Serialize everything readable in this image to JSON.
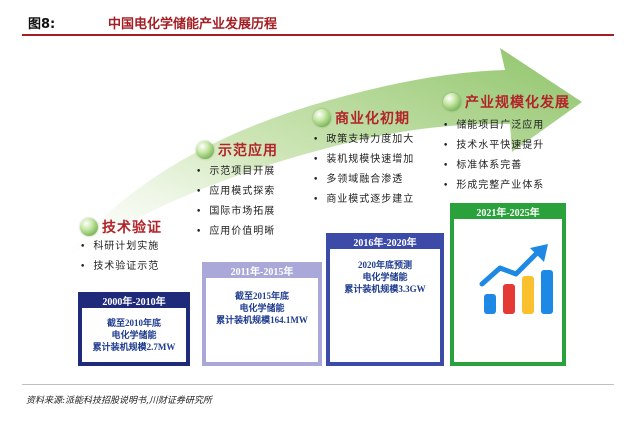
{
  "figure": {
    "label": "图8:",
    "title": "中国电化学储能产业发展历程"
  },
  "stages": [
    {
      "title": "技术验证",
      "bullets": [
        "科研计划实施",
        "技术验证示范"
      ],
      "period": "2000年-2010年",
      "desc": [
        "截至2010年底",
        "电化学储能",
        "累计装机规模2.7MW"
      ]
    },
    {
      "title": "示范应用",
      "bullets": [
        "示范项目开展",
        "应用模式探索",
        "国际市场拓展",
        "应用价值明晰"
      ],
      "period": "2011年-2015年",
      "desc": [
        "截至2015年底",
        "电化学储能",
        "累计装机规模164.1MW"
      ]
    },
    {
      "title": "商业化初期",
      "bullets": [
        "政策支持力度加大",
        "装机规模快速增加",
        "多领域融合渗透",
        "商业模式逐步建立"
      ],
      "period": "2016年-2020年",
      "desc": [
        "2020年底预测",
        "电化学储能",
        "累计装机规模3.3GW"
      ]
    },
    {
      "title": "产业规模化发展",
      "bullets": [
        "储能项目广泛应用",
        "技术水平快速提升",
        "标准体系完善",
        "形成完整产业体系"
      ],
      "period": "2021年-2025年",
      "desc": []
    }
  ],
  "source": "资料来源:派能科技招股说明书,川财证券研究所",
  "colors": {
    "title_red": "#a31f24",
    "stage1_box": "#1f2a7a",
    "stage2_box": "#a9a8d8",
    "stage3_box": "#3c4aa8",
    "stage4_box": "#2aa13a",
    "arrow_green": "#8fc46a"
  },
  "icons": [
    "growth-bar-chart-icon"
  ]
}
